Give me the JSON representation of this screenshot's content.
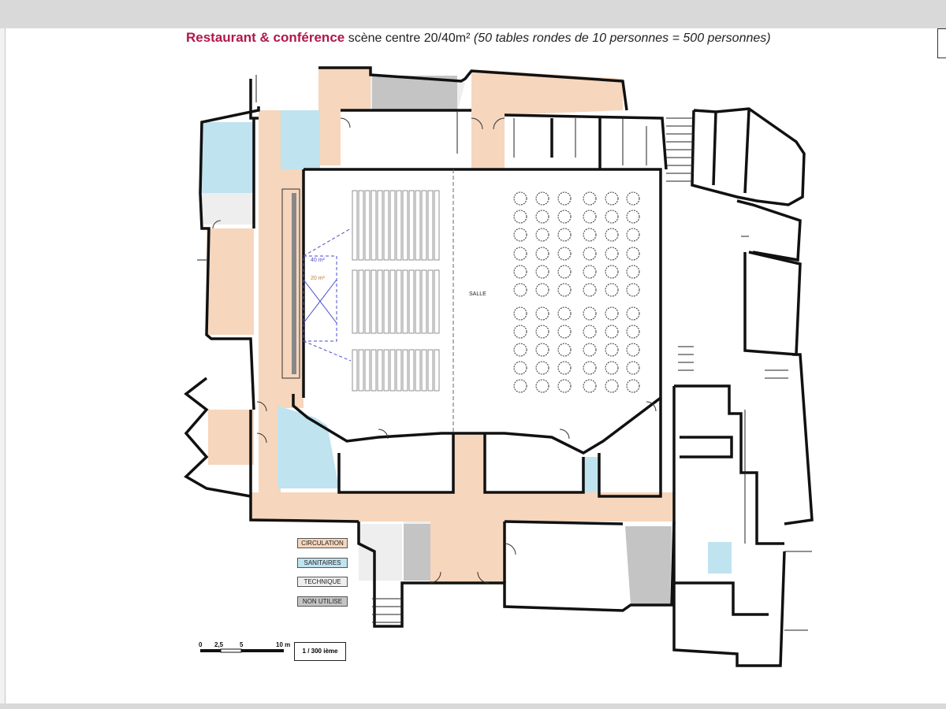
{
  "title": {
    "brand": "Restaurant & conférence",
    "rest": "scène centre 20/40m²",
    "note": "(50 tables rondes de 10 personnes = 500 personnes)"
  },
  "rooms": {
    "salle": "SALLE",
    "area_40": "40 m²",
    "area_20": "20 m²"
  },
  "legend": [
    {
      "label": "CIRCULATION",
      "color": "#f6d6bd"
    },
    {
      "label": "SANITAIRES",
      "color": "#bfe3ef"
    },
    {
      "label": "TECHNIQUE",
      "color": "#eeeeee"
    },
    {
      "label": "NON UTILISE",
      "color": "#c4c4c4"
    }
  ],
  "scale": {
    "marks": [
      "0",
      "2,5",
      "5",
      "10 m"
    ],
    "ratio": "1 / 300 ième"
  },
  "colors": {
    "circulation": "#f6d6bd",
    "sanitaires": "#bfe3ef",
    "technique": "#eeeeee",
    "non_utilise": "#c4c4c4",
    "wall": "#111111"
  }
}
